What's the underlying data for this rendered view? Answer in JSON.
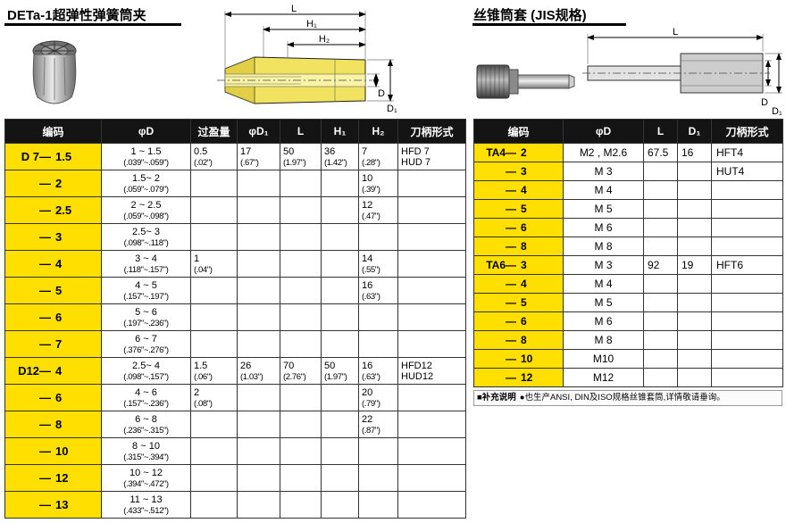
{
  "colors": {
    "accent_yellow": "#ffdf00",
    "header_bg": "#141414",
    "drawing_yellow": "#f1e260"
  },
  "left": {
    "title": "DETa-1超弹性弹簧筒夹",
    "diagram": {
      "L": "L",
      "H1": "H₁",
      "H2": "H₂",
      "D": "D",
      "D1": "D₁"
    },
    "table": {
      "headers": [
        "编码",
        "φD",
        "过盈量",
        "φD₁",
        "L",
        "H₁",
        "H₂",
        "刀柄形式"
      ],
      "rows": [
        {
          "prefix": "D 7—",
          "size": "1.5",
          "phiD": [
            "1 ~ 1.5",
            "(.039\"~.059\")"
          ],
          "fit": [
            "0.5",
            "(.02\")"
          ],
          "phiD1": [
            "17",
            "(.67\")"
          ],
          "L": [
            "50",
            "(1.97\")"
          ],
          "H1": [
            "36",
            "(1.42\")"
          ],
          "H2": [
            "7",
            "(.28\")"
          ],
          "shank": [
            "HFD 7",
            "HUD 7"
          ]
        },
        {
          "prefix": "—",
          "size": "2",
          "phiD": [
            "1.5~ 2",
            "(.059\"~.079\")"
          ],
          "H2": [
            "10",
            "(.39\")"
          ]
        },
        {
          "prefix": "—",
          "size": "2.5",
          "phiD": [
            "2 ~ 2.5",
            "(.059\"~.098\")"
          ],
          "H2": [
            "12",
            "(.47\")"
          ]
        },
        {
          "prefix": "—",
          "size": "3",
          "phiD": [
            "2.5~ 3",
            "(.098\"~.118\")"
          ]
        },
        {
          "prefix": "—",
          "size": "4",
          "phiD": [
            "3 ~ 4",
            "(.118\"~.157\")"
          ],
          "fit": [
            "1",
            "(.04\")"
          ],
          "H2": [
            "14",
            "(.55\")"
          ]
        },
        {
          "prefix": "—",
          "size": "5",
          "phiD": [
            "4 ~ 5",
            "(.157\"~.197\")"
          ],
          "H2": [
            "16",
            "(.63\")"
          ]
        },
        {
          "prefix": "—",
          "size": "6",
          "phiD": [
            "5 ~ 6",
            "(.197\"~.236\")"
          ]
        },
        {
          "prefix": "—",
          "size": "7",
          "phiD": [
            "6 ~ 7",
            "(.376\"~.276\")"
          ]
        },
        {
          "prefix": "D12—",
          "size": "4",
          "phiD": [
            "2.5~ 4",
            "(.098\"~.157\")"
          ],
          "fit": [
            "1.5",
            "(.06\")"
          ],
          "phiD1": [
            "26",
            "(1.03\")"
          ],
          "L": [
            "70",
            "(2.76\")"
          ],
          "H1": [
            "50",
            "(1.97\")"
          ],
          "H2": [
            "16",
            "(.63\")"
          ],
          "shank": [
            "HFD12",
            "HUD12"
          ]
        },
        {
          "prefix": "—",
          "size": "6",
          "phiD": [
            "4 ~ 6",
            "(.157\"~.236\")"
          ],
          "fit": [
            "2",
            "(.08\")"
          ],
          "H2": [
            "20",
            "(.79\")"
          ]
        },
        {
          "prefix": "—",
          "size": "8",
          "phiD": [
            "6 ~ 8",
            "(.236\"~.315\")"
          ],
          "H2": [
            "22",
            "(.87\")"
          ]
        },
        {
          "prefix": "—",
          "size": "10",
          "phiD": [
            "8 ~ 10",
            "(.315\"~.394\")"
          ]
        },
        {
          "prefix": "—",
          "size": "12",
          "phiD": [
            "10 ~ 12",
            "(.394\"~.472\")"
          ]
        },
        {
          "prefix": "—",
          "size": "13",
          "phiD": [
            "11 ~ 13",
            "(.433\"~.512\")"
          ]
        }
      ]
    }
  },
  "right": {
    "title": "丝锥筒套 (JIS规格)",
    "diagram": {
      "L": "L",
      "D": "D",
      "D1": "D₁"
    },
    "table": {
      "headers": [
        "编码",
        "φD",
        "L",
        "D₁",
        "刀柄形式"
      ],
      "rows": [
        {
          "prefix": "TA4—",
          "size": "2",
          "phiD": "M2 , M2.6",
          "L": "67.5",
          "D1": "16",
          "shank": "HFT4"
        },
        {
          "prefix": "—",
          "size": "3",
          "phiD": "M 3",
          "shank": "HUT4"
        },
        {
          "prefix": "—",
          "size": "4",
          "phiD": "M 4"
        },
        {
          "prefix": "—",
          "size": "5",
          "phiD": "M 5"
        },
        {
          "prefix": "—",
          "size": "6",
          "phiD": "M 6"
        },
        {
          "prefix": "—",
          "size": "8",
          "phiD": "M 8"
        },
        {
          "prefix": "TA6—",
          "size": "3",
          "phiD": "M 3",
          "L": "92",
          "D1": "19",
          "shank": "HFT6"
        },
        {
          "prefix": "—",
          "size": "4",
          "phiD": "M 4"
        },
        {
          "prefix": "—",
          "size": "5",
          "phiD": "M 5"
        },
        {
          "prefix": "—",
          "size": "6",
          "phiD": "M 6"
        },
        {
          "prefix": "—",
          "size": "8",
          "phiD": "M 8"
        },
        {
          "prefix": "—",
          "size": "10",
          "phiD": "M10"
        },
        {
          "prefix": "—",
          "size": "12",
          "phiD": "M12"
        }
      ]
    },
    "note_label": "■补充说明",
    "note_text": "●也生产ANSI, DIN及ISO规格丝锥套筒,详情敬请垂询。"
  }
}
